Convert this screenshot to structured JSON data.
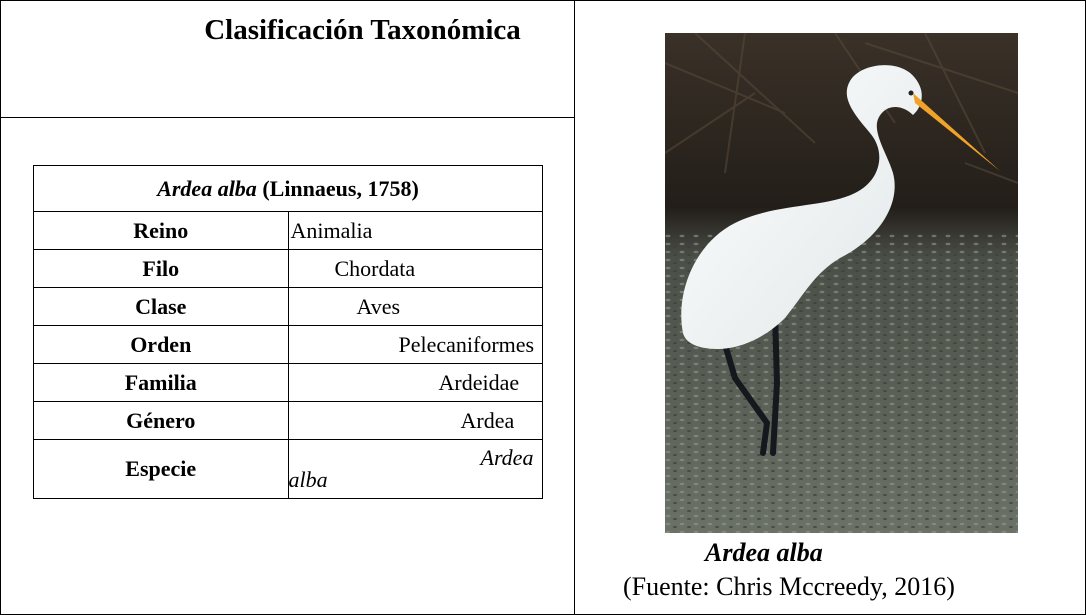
{
  "title": "Clasificación Taxonómica",
  "table": {
    "header_species": "Ardea alba",
    "header_author": " (Linnaeus, 1758)",
    "rows": [
      {
        "rank": "Reino",
        "value": "Animalia"
      },
      {
        "rank": "Filo",
        "value": "Chordata"
      },
      {
        "rank": "Clase",
        "value": "Aves"
      },
      {
        "rank": "Orden",
        "value": "Pelecaniformes"
      },
      {
        "rank": "Familia",
        "value": "Ardeidae"
      },
      {
        "rank": "Género",
        "value": "Ardea"
      },
      {
        "rank": "Especie",
        "value": "Ardea alba"
      }
    ]
  },
  "photo": {
    "caption_species": "Ardea alba",
    "caption_source": "(Fuente: Chris Mccreedy, 2016)"
  },
  "colors": {
    "background": "#ffffff",
    "border": "#000000",
    "water": "#5b6257",
    "foliage": "#2a241d",
    "bird": "#f4f6f6",
    "beak": "#f0a22a"
  }
}
